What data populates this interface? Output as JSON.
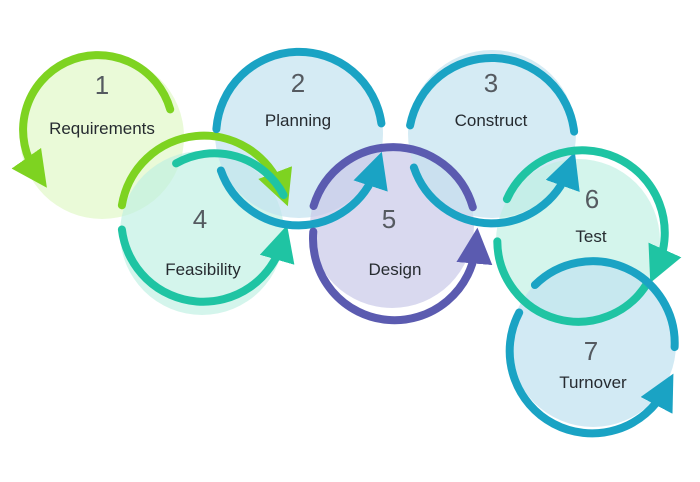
{
  "colors": {
    "lime": "#7ED321",
    "lime_fill": "#E6F9D1",
    "teal": "#1FC4A3",
    "teal_fill": "#D0F3EA",
    "blue": "#1AA3C4",
    "blue_fill": "#D3EBF4",
    "indigo": "#5B5BB0",
    "indigo_fill": "#D9D9EE"
  },
  "steps": [
    {
      "number": "1",
      "label": "Requirements"
    },
    {
      "number": "2",
      "label": "Planning"
    },
    {
      "number": "3",
      "label": "Construct"
    },
    {
      "number": "4",
      "label": "Feasibility"
    },
    {
      "number": "5",
      "label": "Design"
    },
    {
      "number": "6",
      "label": "Test"
    },
    {
      "number": "7",
      "label": "Turnover"
    }
  ]
}
